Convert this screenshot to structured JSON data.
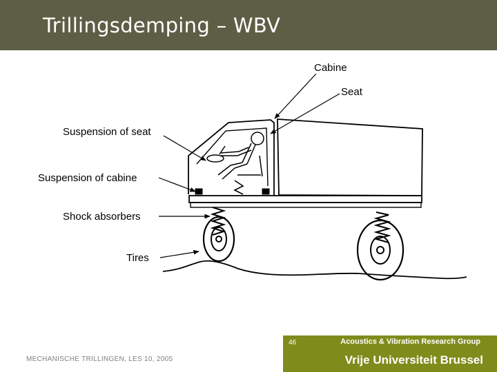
{
  "slide": {
    "title": "Trillingsdemping – WBV",
    "page_number": "46",
    "group": "Acoustics & Vibration Research Group",
    "university": "Vrije Universiteit Brussel",
    "course": "MECHANISCHE TRILLINGEN, LES 10, 2005"
  },
  "diagram": {
    "labels": {
      "cabine": "Cabine",
      "seat": "Seat",
      "suspension_seat": "Suspension of seat",
      "suspension_cabine": "Suspension of cabine",
      "shock_absorbers": "Shock absorbers",
      "tires": "Tires"
    }
  },
  "colors": {
    "header": "#5e5e46",
    "footer_accent": "#7f8c1c",
    "footer_text": "#7f7f7f"
  }
}
